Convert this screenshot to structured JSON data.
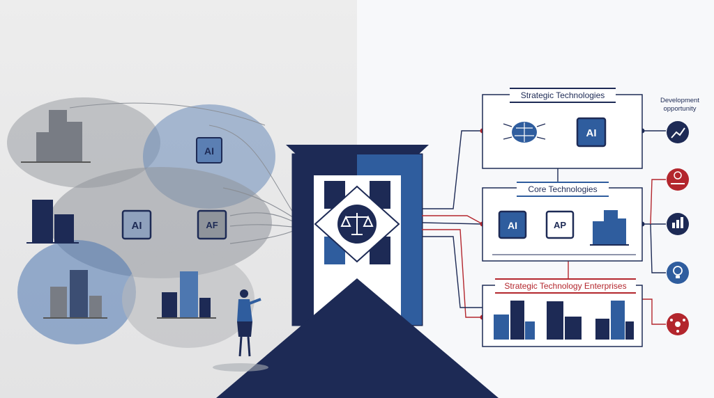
{
  "boxes": {
    "strategic": "Strategic Technologies",
    "core": "Core Technologies",
    "enterprises": "Strategic Technology Enterprises"
  },
  "development_opportunity": "Development opportunity",
  "chips": {
    "left_top": "AI",
    "left_mid": "AI",
    "left_right": "AF",
    "strategic": "AI",
    "core_1": "AI",
    "core_2": "AP"
  },
  "icons": {
    "dollar": "dollar-hand-icon",
    "chart": "chart-growth-icon",
    "bulb": "lightbulb-icon",
    "network": "network-icon",
    "scale": "justice-scale-icon",
    "brain": "brain-icon"
  },
  "colors": {
    "navy": "#1d2a55",
    "blue": "#2f5d9e",
    "red": "#b3262d"
  }
}
